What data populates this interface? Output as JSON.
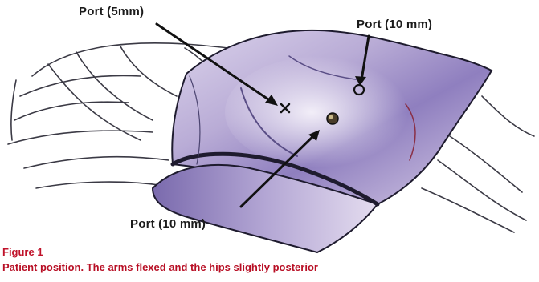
{
  "figure": {
    "labels": {
      "port_5mm": "Port (5mm)",
      "port_10mm_top": "Port (10 mm)",
      "port_10mm_bottom": "Port (10 mm)"
    },
    "caption": {
      "title": "Figure 1",
      "text": "Patient position. The arms flexed and the hips slightly posterior"
    },
    "colors": {
      "skin_highlight": "#e8e0f0",
      "skin_shadow": "#6f5f9e",
      "line": "#1e1b2e",
      "caption": "#c0122a"
    }
  }
}
